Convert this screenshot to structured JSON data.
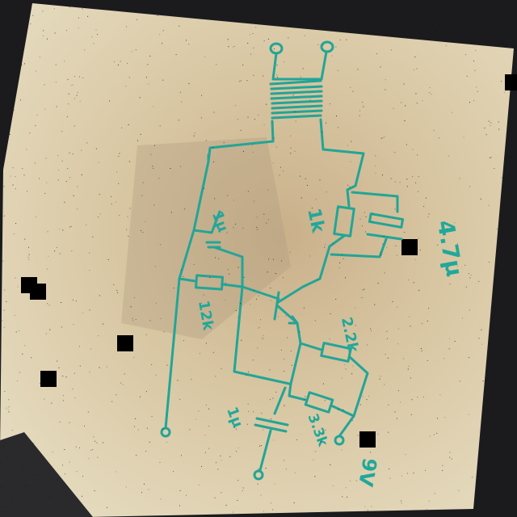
{
  "photo": {
    "board_color": "#d9c7a3",
    "ink_color": "#22a596",
    "background_color": "#1b1b1e"
  },
  "circuit": {
    "components": {
      "transformer": {
        "kind": "transformer",
        "icon": "transformer-icon"
      },
      "r_top": {
        "kind": "resistor",
        "label": "1k"
      },
      "c_top_left": {
        "kind": "capacitor",
        "label": "1μ"
      },
      "c_electrolytic": {
        "kind": "electrolytic-capacitor",
        "label": "4.7μ"
      },
      "r_mid_left": {
        "kind": "resistor",
        "label": "12k"
      },
      "transistor": {
        "kind": "npn-transistor",
        "icon": "transistor-icon"
      },
      "r_right_upper": {
        "kind": "resistor",
        "label": "2.2k"
      },
      "r_right_lower": {
        "kind": "resistor",
        "label": "3.3k"
      },
      "c_bottom": {
        "kind": "capacitor",
        "label": "1μ"
      }
    },
    "supply": {
      "label": "9V"
    }
  }
}
